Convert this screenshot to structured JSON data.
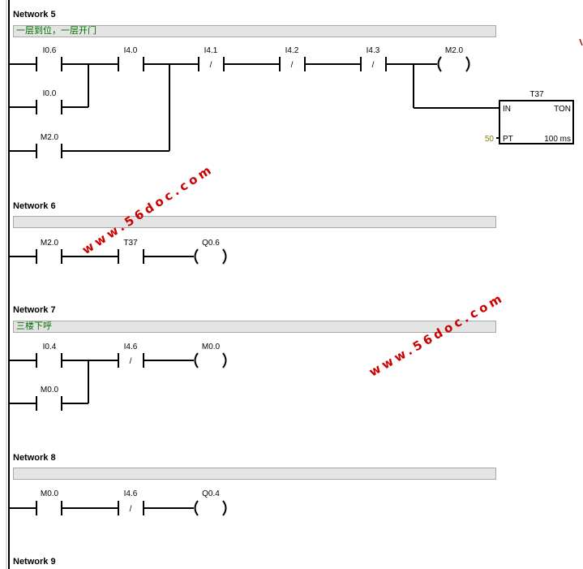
{
  "networks": [
    {
      "title": "Network 5",
      "comment": "一层到位，一层开门"
    },
    {
      "title": "Network 6",
      "comment": ""
    },
    {
      "title": "Network 7",
      "comment": "三楼下呼"
    },
    {
      "title": "Network 8",
      "comment": ""
    },
    {
      "title": "Network 9",
      "comment": ""
    }
  ],
  "labels": {
    "n5_i06": "I0.6",
    "n5_i40": "I4.0",
    "n5_i41": "I4.1",
    "n5_i42": "I4.2",
    "n5_i43": "I4.3",
    "n5_m20_coil": "M2.0",
    "n5_i00": "I0.0",
    "n5_m20": "M2.0",
    "timer_name": "T37",
    "timer_type": "TON",
    "timer_in": "IN",
    "timer_pt": "PT",
    "timer_base": "100 ms",
    "timer_preset": "50",
    "n6_m20": "M2.0",
    "n6_t37": "T37",
    "n6_q06": "Q0.6",
    "n7_i04": "I0.4",
    "n7_i46": "I4.6",
    "n7_m00_coil": "M0.0",
    "n7_m00": "M0.0",
    "n8_m00": "M0.0",
    "n8_i46": "I4.6",
    "n8_q04": "Q0.4",
    "nc_mark": "/"
  },
  "watermarks": [
    "www.56doc.com",
    "www.56doc.com"
  ],
  "colors": {
    "comment_text": "#007000",
    "preset_text": "#808000",
    "watermark": "#cc0000"
  }
}
